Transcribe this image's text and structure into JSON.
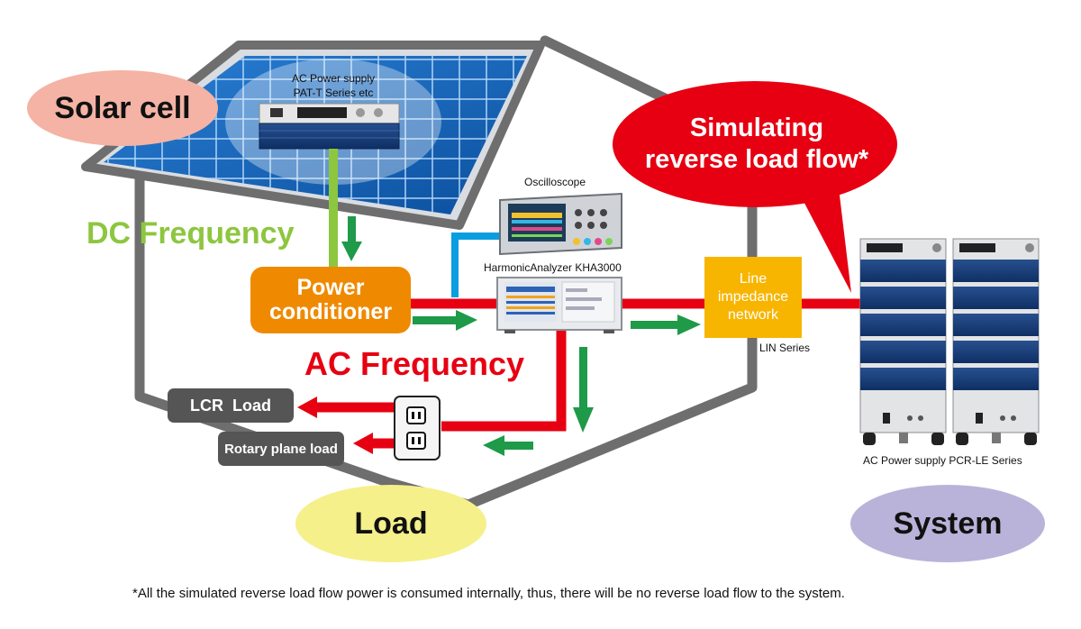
{
  "labels": {
    "solar_cell": "Solar cell",
    "load": "Load",
    "system": "System",
    "dc_frequency": "DC Frequency",
    "ac_frequency": "AC Frequency",
    "power_conditioner": "Power\nconditioner",
    "line_impedance": "Line\nimpedance\nnetwork",
    "lin_series": "LIN Series",
    "oscilloscope": "Oscilloscope",
    "harmonic_analyzer": "HarmonicAnalyzer KHA3000",
    "ac_supply_pat": "AC Power supply\nPAT-T Series etc",
    "ac_supply_pcr": "AC Power supply PCR-LE Series",
    "lcr_load": "LCR  Load",
    "rotary_load": "Rotary plane load",
    "simulating": "Simulating\nreverse load flow*",
    "footnote": "*All the simulated reverse load flow power is consumed internally, thus, there will be no reverse load flow to the system."
  },
  "colors": {
    "house_outline": "#6e6e6e",
    "dc_line": "#8dc63f",
    "ac_line": "#e60012",
    "flow_arrow": "#1e9a48",
    "signal_line": "#0a9ee0",
    "power_conditioner": "#ef8a00",
    "line_impedance": "#f7b500",
    "solar_ellipse": "#f4b3a4",
    "load_ellipse": "#f5f08a",
    "system_ellipse": "#b9b3d9",
    "callout": "#e60012",
    "tag_box": "#555555"
  }
}
